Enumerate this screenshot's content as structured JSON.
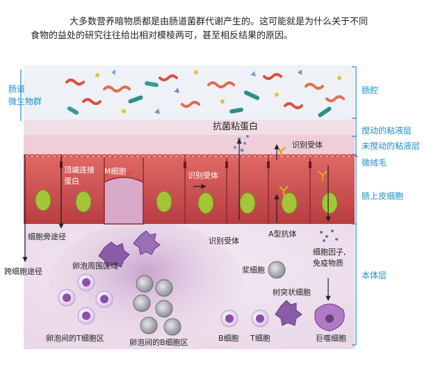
{
  "caption": {
    "line1": "大多数营养暗物质都是由肠道菌群代谢产生的。这可能就是为什么关于不同",
    "line2": "食物的益处的研究往往给出相对模棱两可，甚至相反结果的原因。"
  },
  "labels": {
    "gut_microbiota": [
      "肠道",
      "微生物群"
    ],
    "antimicrobial_mucin": "抗菌粘蛋白",
    "tight_junction": [
      "顶端连接",
      "蛋白"
    ],
    "m_cell": "M细胞",
    "recognition_receptor_top": "识别受体",
    "recognition_receptor_mid": "识别受体",
    "recognition_receptor_bottom": "识别受体",
    "iga": "A型抗体",
    "paracellular": "细胞旁途径",
    "transcellular": "跨细胞途径",
    "perifollicular": "卵泡周围区域",
    "plasma_cell": "浆细胞",
    "cytokines": [
      "细胞因子,",
      "免疫物质"
    ],
    "dendritic_cell": "树突状细胞",
    "t_zone": "卵泡间的T细胞区",
    "b_zone": "卵泡间的B细胞区",
    "b_cell": "B细胞",
    "t_cell": "T细胞",
    "macrophage": "巨噬细胞"
  },
  "layers": {
    "lumen": "肠腔",
    "agitated_mucus": "搅动的粘液层",
    "unstirred_mucus": "未搅动的粘液层",
    "microvilli": "微绒毛",
    "epithelium": "肠上皮细胞",
    "lamina_propria": "本体层"
  },
  "colors": {
    "cell_red": "#c94a4a",
    "nucleus_green": "#a6c43a",
    "label_blue": "#1d8fc9",
    "mucus_pink": "#f3d0d8"
  }
}
